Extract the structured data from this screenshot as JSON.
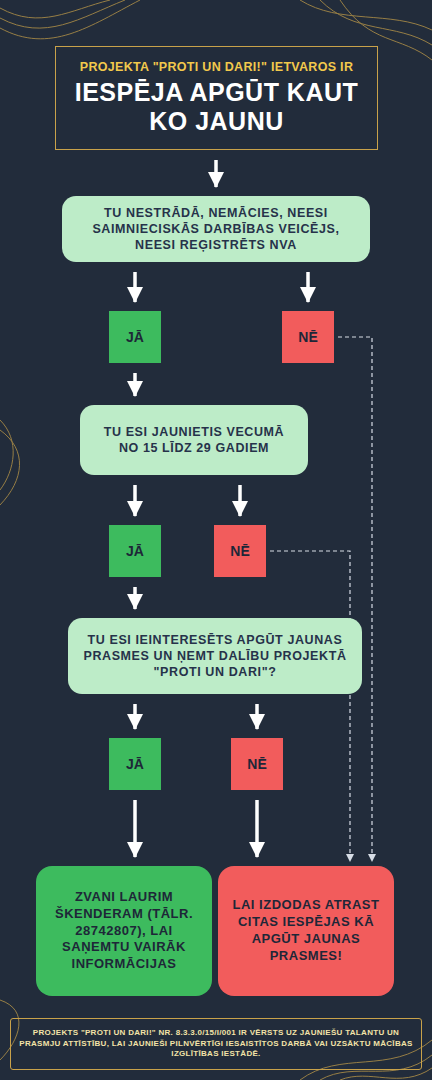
{
  "diagram": {
    "nodes": [
      {
        "text": [
          "PROJEKTA \"PROTI UN DARI!\" IETVAROS IR",
          "IESPĒJA APGŪT KAUT KO JAUNU"
        ]
      },
      {
        "text": [
          "TU NESTRĀDĀ, NEMĀCIES, NEESI SAIMNIECISKĀS DARBĪBAS VEICĒJS, NEESI REĢISTRĒTS NVA"
        ]
      },
      {
        "text": [
          "JĀ"
        ]
      },
      {
        "text": [
          "NĒ"
        ]
      },
      {
        "text": [
          "TU ESI JAUNIETIS VECUMĀ NO 15 LĪDZ 29 GADIEM"
        ]
      },
      {
        "text": [
          "JĀ"
        ]
      },
      {
        "text": [
          "NĒ"
        ]
      },
      {
        "text": [
          "TU ESI IEINTERESĒTS APGŪT JAUNAS PRASMES UN ŅEMT DALĪBU PROJEKTĀ \"PROTI UN DARI\"?"
        ]
      },
      {
        "text": [
          "JĀ"
        ]
      },
      {
        "text": [
          "NĒ"
        ]
      },
      {
        "text": [
          "ZVANI LAURIM ŠKENDERAM (TĀLR. 28742807), LAI SAŅEMTU VAIRĀK INFORMĀCIJAS"
        ]
      },
      {
        "text": [
          "LAI IZDODAS ATRAST CITAS IESPĒJAS KĀ APGŪT JAUNAS PRASMES!"
        ]
      },
      {
        "text": [
          "PROJEKTS \"PROTI UN DARI!\" NR. 8.3.3.0/15/I/001 IR VĒRSTS UZ JAUNIEŠU TALANTU UN PRASMJU ATTĪSTĪBU, LAI JAUNIEŠI PILNVĒRTĪGI IESAISTĪTOS DARBĀ VAI UZSĀKTU MĀCĪBAS IZGLĪTĪBAS IESTĀDĒ."
        ]
      }
    ],
    "edges": [
      {
        "from": 0,
        "to": 1,
        "arrow": "to"
      },
      {
        "from": 1,
        "to": 2,
        "arrow": "to"
      },
      {
        "from": 1,
        "to": 3,
        "arrow": "to"
      },
      {
        "from": 2,
        "to": 4,
        "arrow": "to"
      },
      {
        "from": 4,
        "to": 5,
        "arrow": "to"
      },
      {
        "from": 4,
        "to": 6,
        "arrow": "to"
      },
      {
        "from": 5,
        "to": 7,
        "arrow": "to"
      },
      {
        "from": 7,
        "to": 8,
        "arrow": "to"
      },
      {
        "from": 7,
        "to": 9,
        "arrow": "to"
      },
      {
        "from": 8,
        "to": 10,
        "arrow": "to"
      },
      {
        "from": 9,
        "to": 11,
        "arrow": "to"
      },
      {
        "from": 6,
        "to": 11,
        "arrow": "to"
      },
      {
        "from": 3,
        "to": 11,
        "arrow": "to"
      }
    ]
  }
}
